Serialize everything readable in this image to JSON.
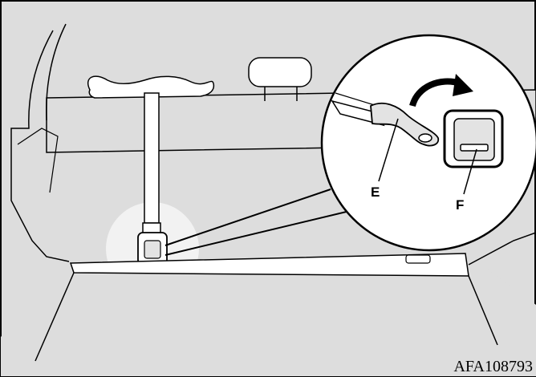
{
  "figure": {
    "callout_e": "E",
    "callout_f": "F",
    "figure_code": "AFA108793"
  },
  "colors": {
    "line": "#000000",
    "background": "#ffffff",
    "panel": "#dddddd",
    "highlight": "#f2f2f2",
    "component_fill": "#e3e3e3"
  }
}
